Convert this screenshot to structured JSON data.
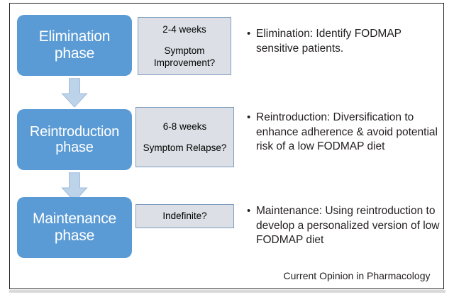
{
  "figure": {
    "caption": "Current Opinion in Pharmacology",
    "colors": {
      "phase_box_fill": "#5b9bd5",
      "phase_box_text": "#ffffff",
      "info_box_fill": "#dce0e6",
      "info_box_border": "#7f9dc0",
      "arrow_fill": "#bdd3ea",
      "arrow_border": "#9fbcdc",
      "body_text": "#231f20",
      "frame_border": "#231f20"
    }
  },
  "phases": [
    {
      "id": "elimination",
      "box_line1": "Elimination",
      "box_line2": "phase",
      "info_line1": "2-4 weeks",
      "info_line2": "Symptom",
      "info_line3": "Improvement?",
      "bullet": "Elimination: Identify FODMAP sensitive patients."
    },
    {
      "id": "reintroduction",
      "box_line1": "Reintroduction",
      "box_line2": "phase",
      "info_line1": "6-8 weeks",
      "info_line2": "Symptom Relapse?",
      "info_line3": "",
      "bullet": "Reintroduction: Diversification to enhance adherence & avoid potential risk of a low FODMAP diet"
    },
    {
      "id": "maintenance",
      "box_line1": "Maintenance",
      "box_line2": "phase",
      "info_line1": "Indefinite?",
      "info_line2": "",
      "info_line3": "",
      "bullet": "Maintenance: Using reintroduction to develop a personalized version of low FODMAP diet"
    }
  ],
  "arrows": [
    {
      "id": "elimination-to-reintroduction",
      "label": "down-arrow"
    },
    {
      "id": "reintroduction-to-maintenance",
      "label": "down-arrow"
    }
  ],
  "bullet_marker": "•"
}
